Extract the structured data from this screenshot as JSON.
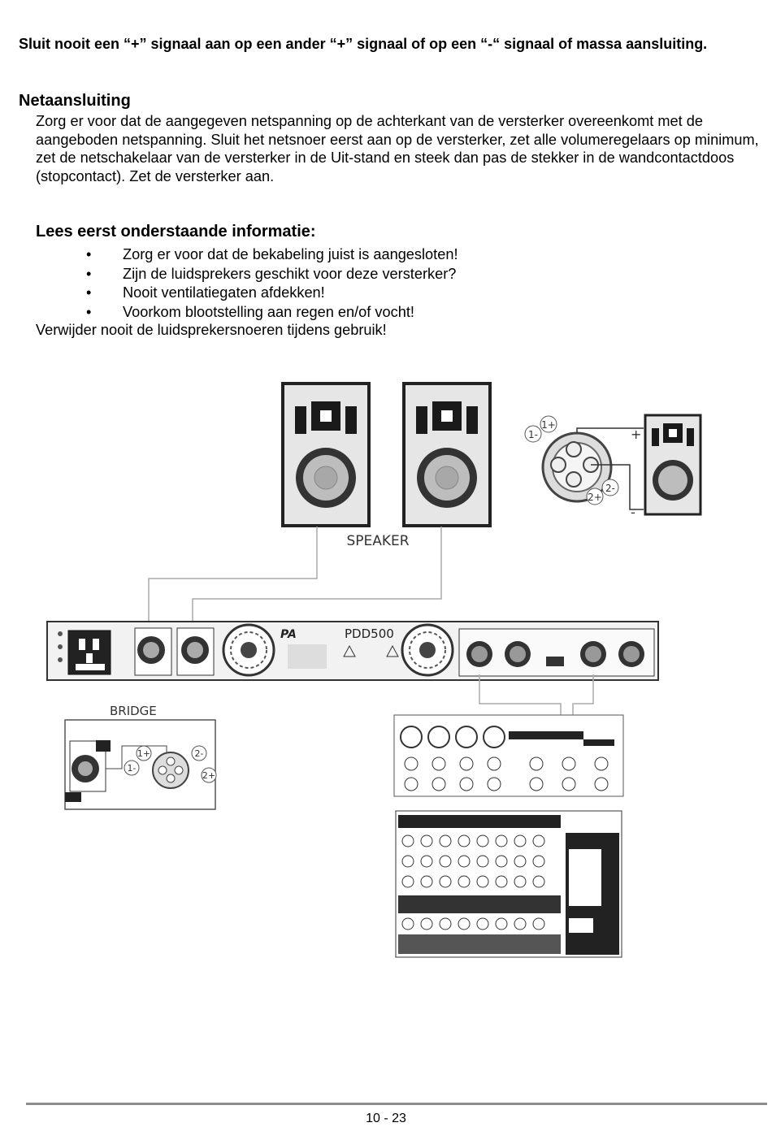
{
  "warning": "Sluit nooit een “+” signaal aan op een ander “+” signaal of op een “-“ signaal of massa aansluiting.",
  "section": {
    "heading": "Netaansluiting",
    "body": "Zorg er voor dat de aangegeven netspanning op de achterkant van de versterker overeenkomt met de aangeboden netspanning. Sluit het netsnoer eerst aan op de versterker, zet alle volumeregelaars op minimum, zet de netschakelaar van de versterker in de Uit-stand en steek dan pas de stekker in de wandcontactdoos (stopcontact). Zet de versterker aan."
  },
  "info": {
    "heading": "Lees eerst onderstaande informatie:",
    "bullets": [
      "Zorg er voor dat de bekabeling juist is aangesloten!",
      "Zijn de luidsprekers geschikt voor deze versterker?",
      "Nooit ventilatiegaten afdekken!",
      "Voorkom blootstelling aan regen en/of vocht!"
    ],
    "closing": "Verwijder nooit de luidsprekersnoeren tijdens gebruik!"
  },
  "diagram": {
    "speaker_label": "SPEAKER",
    "bridge_label": "BRIDGE",
    "amp_model": "PDD500",
    "amp_brand": "PA",
    "pin_labels": [
      "1-",
      "1+",
      "2+",
      "2-"
    ],
    "polarity_plus": "+",
    "polarity_minus": "-"
  },
  "footer": {
    "page": "10 - 23"
  }
}
